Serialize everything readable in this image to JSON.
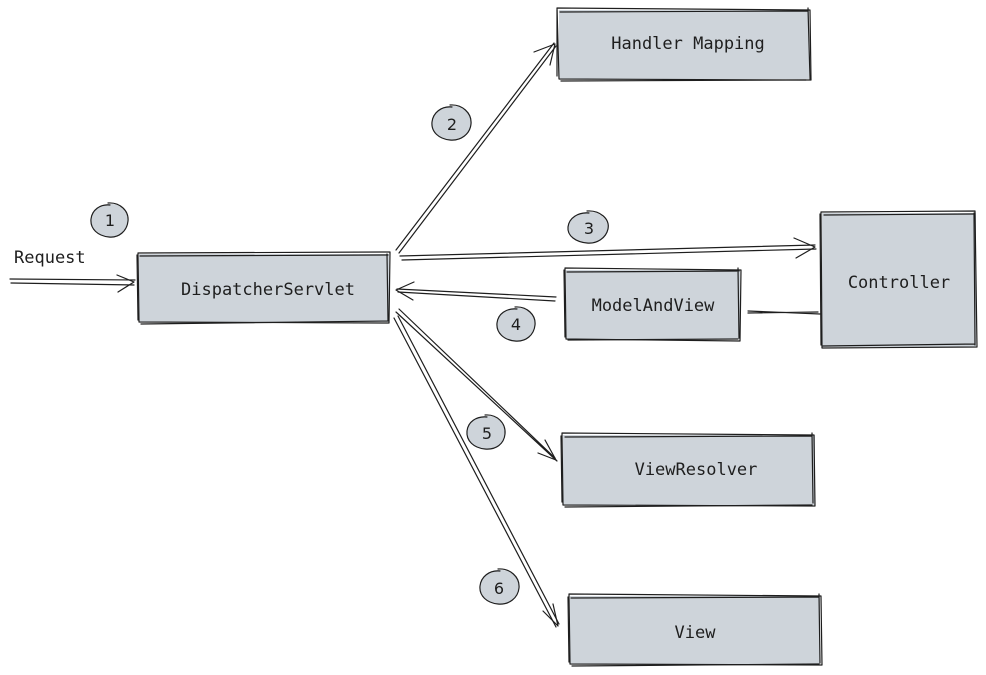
{
  "colors": {
    "box_fill": "#ced4da",
    "stroke": "#1e1e1e",
    "background": "#ffffff"
  },
  "labels": {
    "request": "Request"
  },
  "nodes": {
    "dispatcher": "DispatcherServlet",
    "handler_mapping": "Handler Mapping",
    "controller": "Controller",
    "model_and_view": "ModelAndView",
    "view_resolver": "ViewResolver",
    "view": "View"
  },
  "steps": [
    "1",
    "2",
    "3",
    "4",
    "5",
    "6"
  ]
}
